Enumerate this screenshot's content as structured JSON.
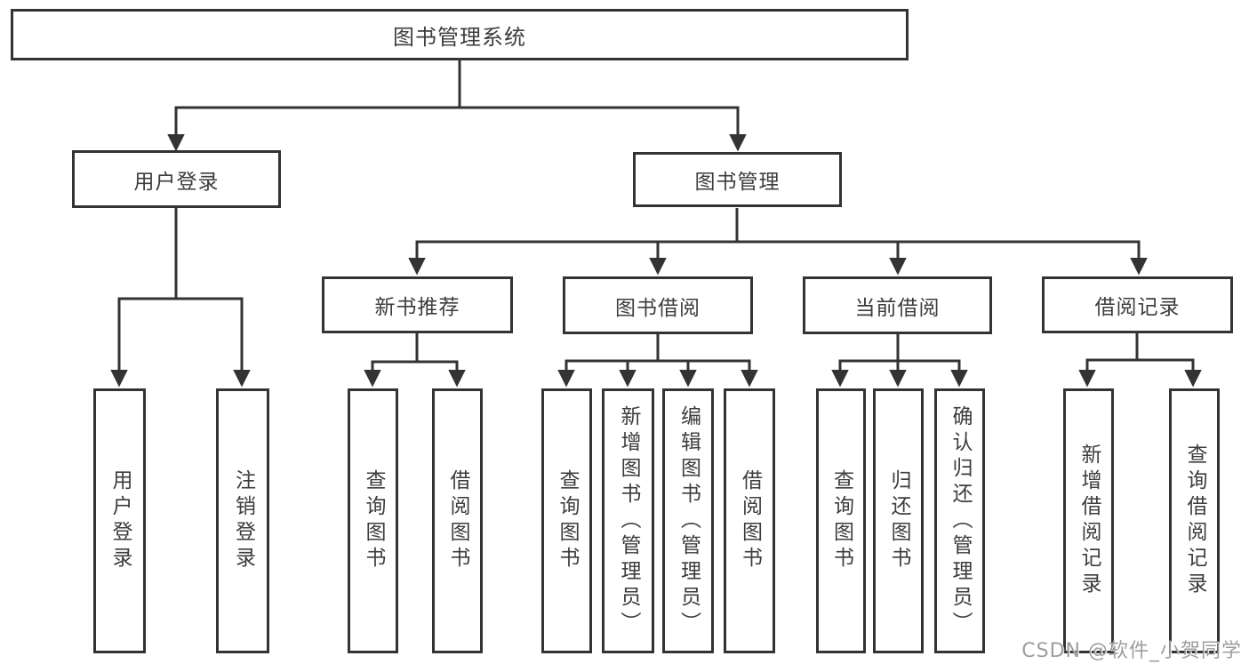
{
  "diagram": {
    "root": {
      "label": "图书管理系统"
    },
    "level2": [
      {
        "label": "用户登录"
      },
      {
        "label": "图书管理"
      }
    ],
    "level3": [
      {
        "label": "新书推荐"
      },
      {
        "label": "图书借阅"
      },
      {
        "label": "当前借阅"
      },
      {
        "label": "借阅记录"
      }
    ],
    "leaves": {
      "user_login": [
        {
          "label": "用户登录"
        },
        {
          "label": "注销登录"
        }
      ],
      "new_books": [
        {
          "label": "查询图书"
        },
        {
          "label": "借阅图书"
        }
      ],
      "borrow": [
        {
          "label": "查询图书"
        },
        {
          "label": "新增图书（管理员）"
        },
        {
          "label": "编辑图书（管理员）"
        },
        {
          "label": "借阅图书"
        }
      ],
      "current": [
        {
          "label": "查询图书"
        },
        {
          "label": "归还图书"
        },
        {
          "label": "确认归还（管理员）"
        }
      ],
      "records": [
        {
          "label": "新增借阅记录"
        },
        {
          "label": "查询借阅记录"
        }
      ]
    },
    "watermark": "CSDN @软件_小贺同学",
    "colors": {
      "line": "#333333",
      "text": "#3d3d3d",
      "background": "#ffffff",
      "watermark": "#9d9d9d"
    }
  }
}
